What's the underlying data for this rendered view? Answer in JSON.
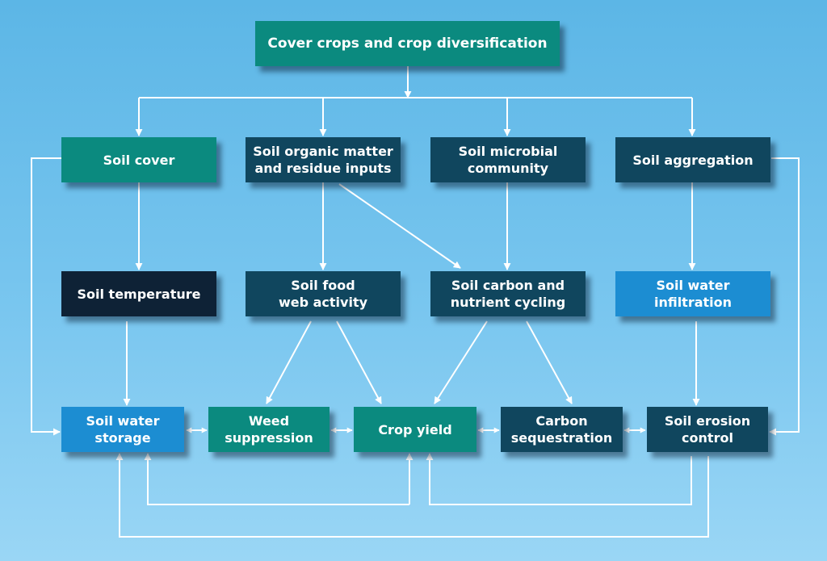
{
  "nodes": {
    "cover_crops": "Cover crops and crop diversification",
    "soil_cover": "Soil cover",
    "soil_organic_matter": "Soil organic matter\nand residue inputs",
    "soil_microbial": "Soil microbial\ncommunity",
    "soil_aggregation": "Soil aggregation",
    "soil_temperature": "Soil temperature",
    "soil_food_web": "Soil food\nweb activity",
    "soil_carbon_cycling": "Soil carbon and\nnutrient cycling",
    "soil_water_infiltration": "Soil water\ninfiltration",
    "soil_water_storage": "Soil water\nstorage",
    "weed_suppression": "Weed\nsuppression",
    "crop_yield": "Crop yield",
    "carbon_sequestration": "Carbon\nsequestration",
    "soil_erosion_control": "Soil erosion\ncontrol"
  },
  "colors": {
    "teal": "#0b8a7f",
    "dark_blue": "#10465e",
    "navy": "#0e2236",
    "bright_blue": "#1c8dd2",
    "connector": "#ffffff"
  }
}
